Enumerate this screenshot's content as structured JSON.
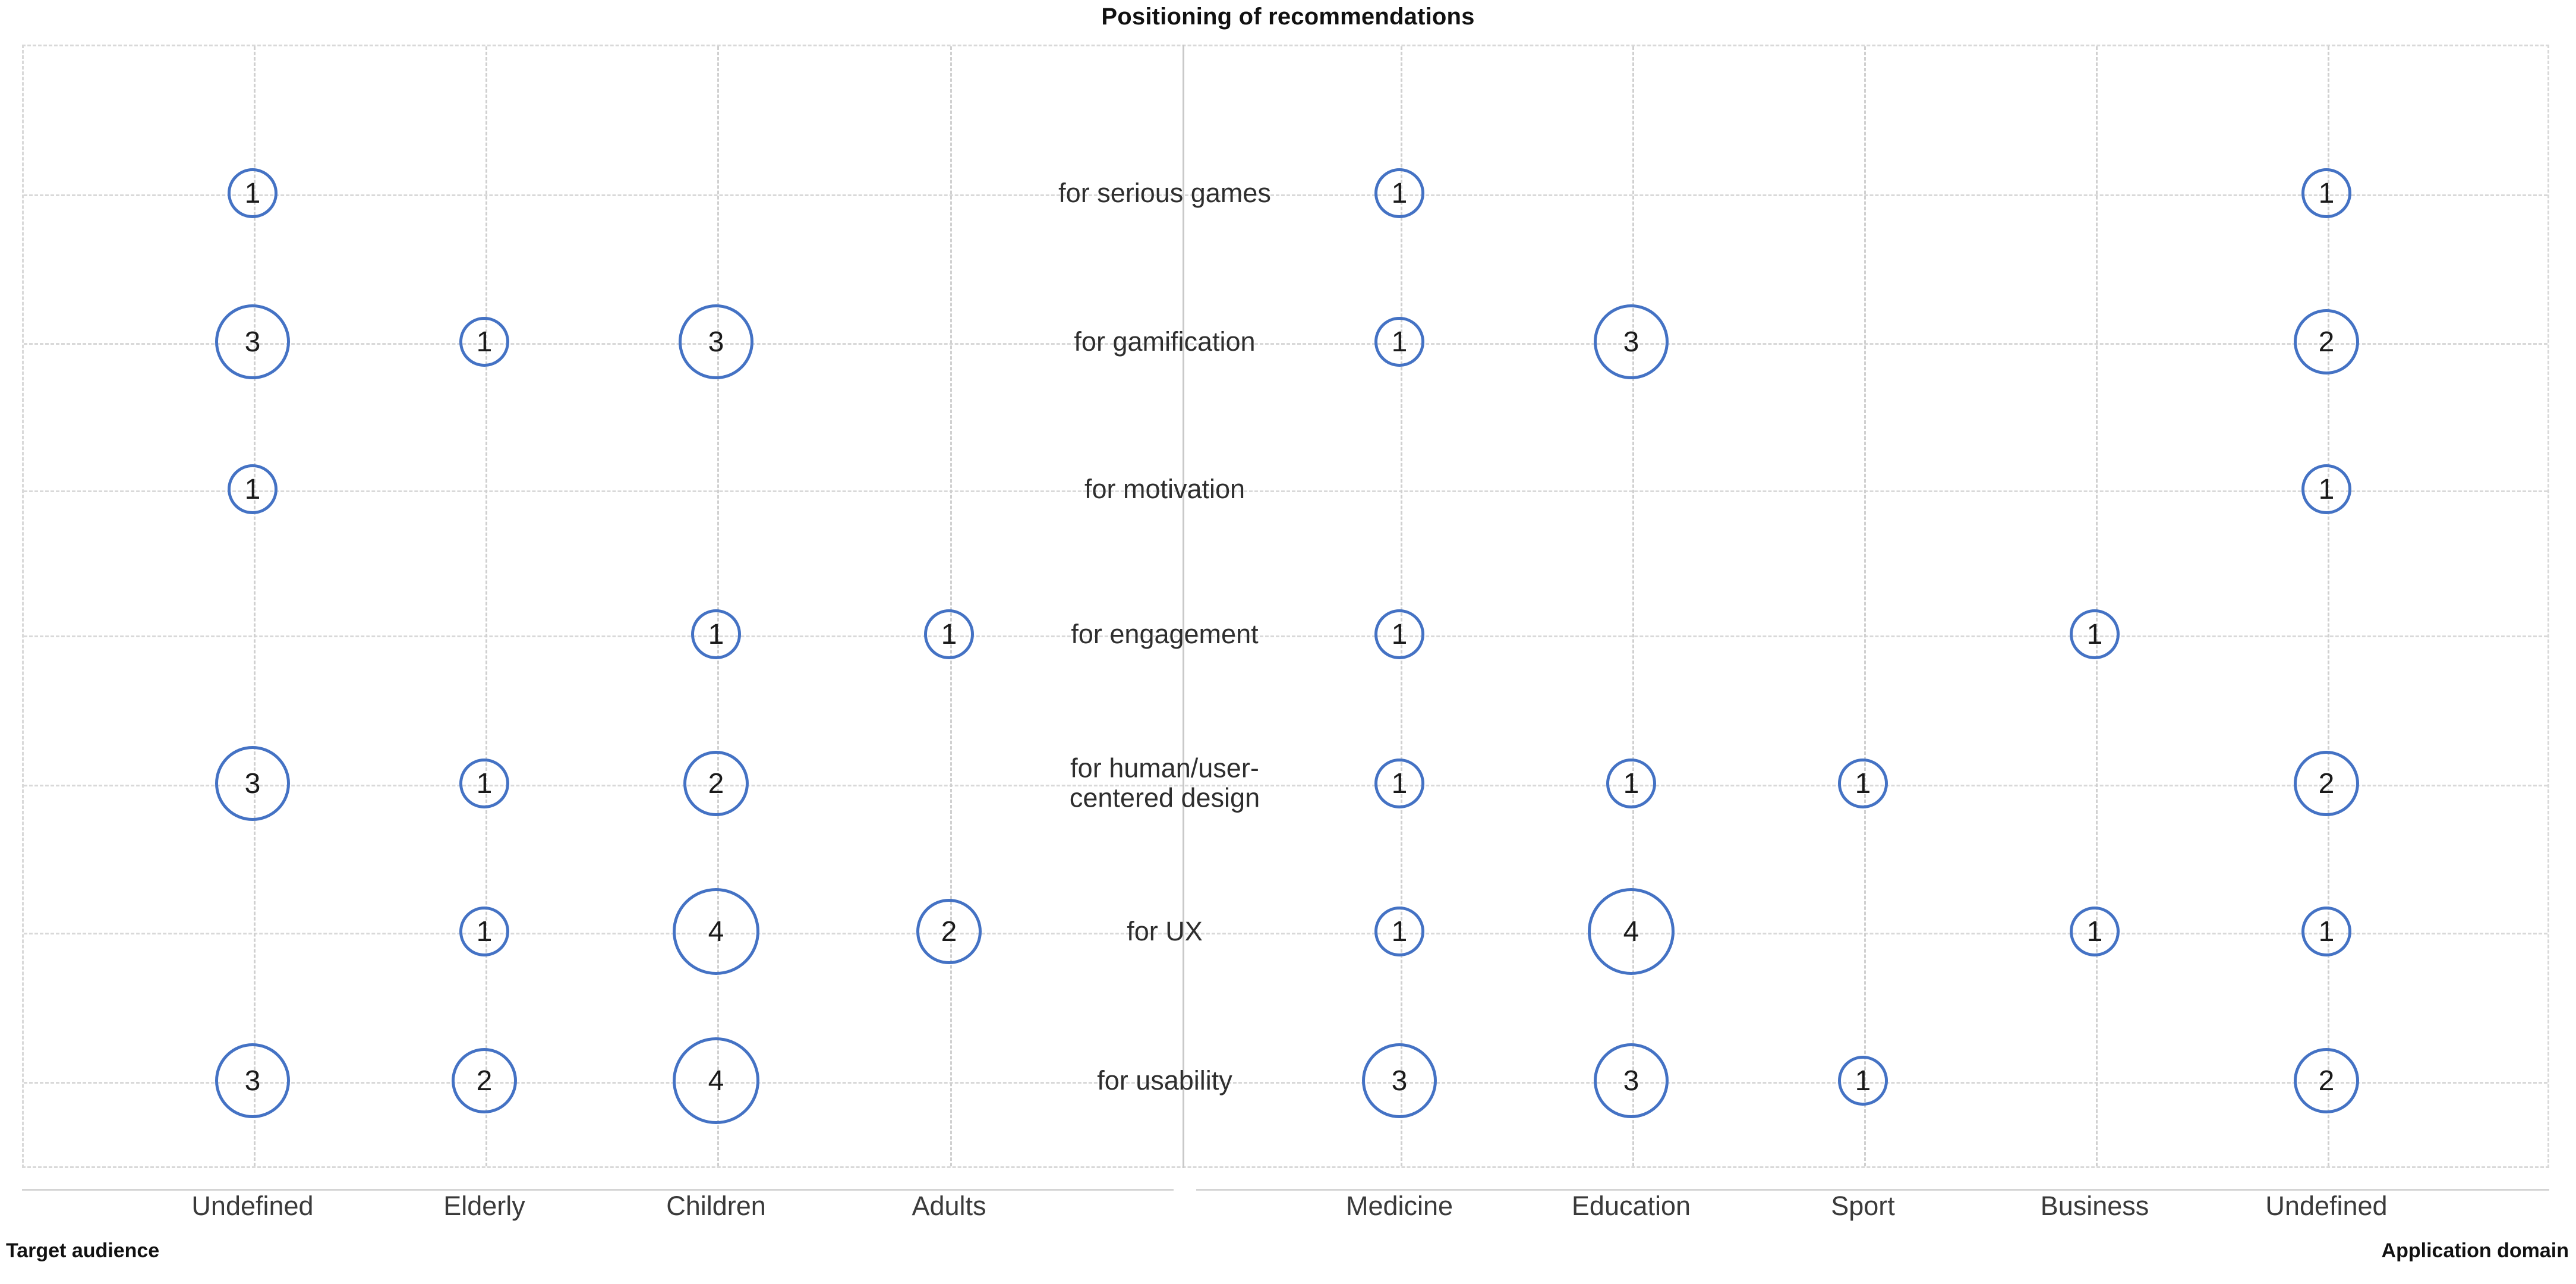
{
  "chart_data": {
    "type": "scatter",
    "title": "Positioning of recommendations",
    "subtitle": "",
    "xlabel_left": "Target audience",
    "xlabel_right": "Application domain",
    "ylabel": "",
    "grid": true,
    "legend": "none",
    "bubble_color": "#4472C4",
    "x_axis_left": {
      "name": "Target audience",
      "categories": [
        "Undefined",
        "Elderly",
        "Children",
        "Adults"
      ]
    },
    "x_axis_right": {
      "name": "Application domain",
      "categories": [
        "Medicine",
        "Education",
        "Sport",
        "Business",
        "Undefined"
      ]
    },
    "y_categories": [
      "for serious games",
      "for gamification",
      "for motivation",
      "for engagement",
      "for human/user-\ncentered design",
      "for UX",
      "for usability"
    ],
    "points": [
      {
        "panel": "left",
        "x": "Undefined",
        "y": "for serious games",
        "value": 1
      },
      {
        "panel": "right",
        "x": "Medicine",
        "y": "for serious games",
        "value": 1
      },
      {
        "panel": "right",
        "x": "Undefined",
        "y": "for serious games",
        "value": 1
      },
      {
        "panel": "left",
        "x": "Undefined",
        "y": "for gamification",
        "value": 3
      },
      {
        "panel": "left",
        "x": "Elderly",
        "y": "for gamification",
        "value": 1
      },
      {
        "panel": "left",
        "x": "Children",
        "y": "for gamification",
        "value": 3
      },
      {
        "panel": "right",
        "x": "Medicine",
        "y": "for gamification",
        "value": 1
      },
      {
        "panel": "right",
        "x": "Education",
        "y": "for gamification",
        "value": 3
      },
      {
        "panel": "right",
        "x": "Undefined",
        "y": "for gamification",
        "value": 2
      },
      {
        "panel": "left",
        "x": "Undefined",
        "y": "for motivation",
        "value": 1
      },
      {
        "panel": "right",
        "x": "Undefined",
        "y": "for motivation",
        "value": 1
      },
      {
        "panel": "left",
        "x": "Children",
        "y": "for engagement",
        "value": 1
      },
      {
        "panel": "left",
        "x": "Adults",
        "y": "for engagement",
        "value": 1
      },
      {
        "panel": "right",
        "x": "Medicine",
        "y": "for engagement",
        "value": 1
      },
      {
        "panel": "right",
        "x": "Business",
        "y": "for engagement",
        "value": 1
      },
      {
        "panel": "left",
        "x": "Undefined",
        "y": "for human/user-centered design",
        "value": 3
      },
      {
        "panel": "left",
        "x": "Elderly",
        "y": "for human/user-centered design",
        "value": 1
      },
      {
        "panel": "left",
        "x": "Children",
        "y": "for human/user-centered design",
        "value": 2
      },
      {
        "panel": "right",
        "x": "Medicine",
        "y": "for human/user-centered design",
        "value": 1
      },
      {
        "panel": "right",
        "x": "Education",
        "y": "for human/user-centered design",
        "value": 1
      },
      {
        "panel": "right",
        "x": "Sport",
        "y": "for human/user-centered design",
        "value": 1
      },
      {
        "panel": "right",
        "x": "Undefined",
        "y": "for human/user-centered design",
        "value": 2
      },
      {
        "panel": "left",
        "x": "Elderly",
        "y": "for UX",
        "value": 1
      },
      {
        "panel": "left",
        "x": "Children",
        "y": "for UX",
        "value": 4
      },
      {
        "panel": "left",
        "x": "Adults",
        "y": "for UX",
        "value": 2
      },
      {
        "panel": "right",
        "x": "Medicine",
        "y": "for UX",
        "value": 1
      },
      {
        "panel": "right",
        "x": "Education",
        "y": "for UX",
        "value": 4
      },
      {
        "panel": "right",
        "x": "Business",
        "y": "for UX",
        "value": 1
      },
      {
        "panel": "right",
        "x": "Undefined",
        "y": "for UX",
        "value": 1
      },
      {
        "panel": "left",
        "x": "Undefined",
        "y": "for usability",
        "value": 3
      },
      {
        "panel": "left",
        "x": "Elderly",
        "y": "for usability",
        "value": 2
      },
      {
        "panel": "left",
        "x": "Children",
        "y": "for usability",
        "value": 4
      },
      {
        "panel": "right",
        "x": "Medicine",
        "y": "for usability",
        "value": 3
      },
      {
        "panel": "right",
        "x": "Education",
        "y": "for usability",
        "value": 3
      },
      {
        "panel": "right",
        "x": "Sport",
        "y": "for usability",
        "value": 1
      },
      {
        "panel": "right",
        "x": "Undefined",
        "y": "for usability",
        "value": 2
      }
    ]
  }
}
